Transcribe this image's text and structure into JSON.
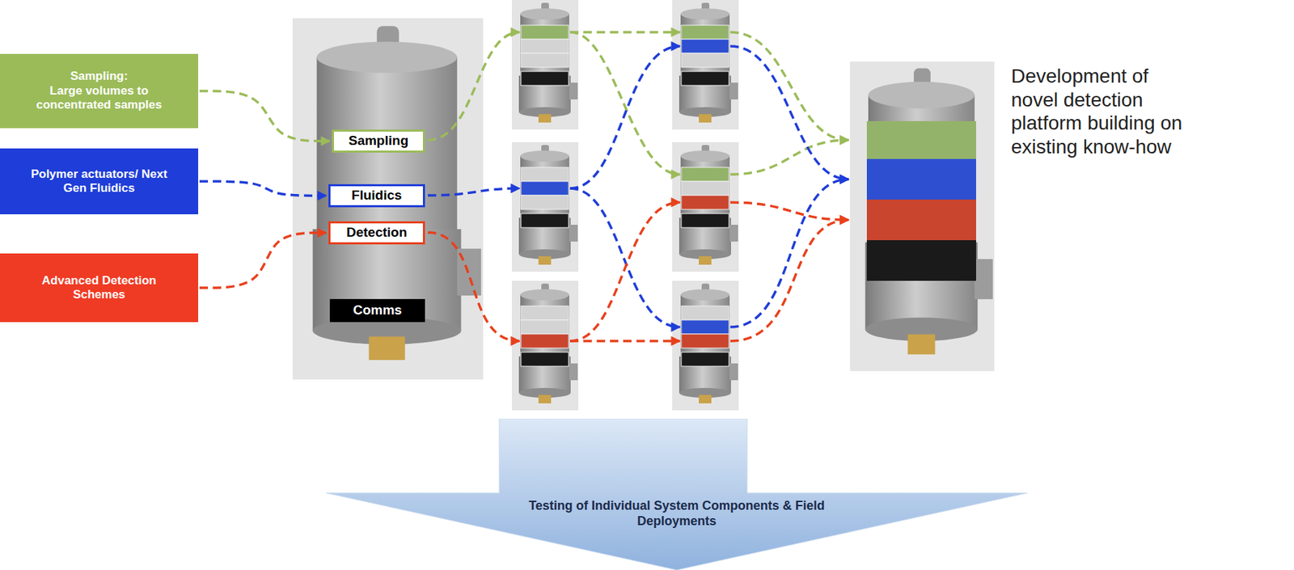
{
  "diagram": {
    "nodes": [
      {
        "text": [
          "Sampling:",
          "Large volumes to concentrated samples"
        ]
      },
      {
        "text": [
          "Polymer actuators/ Next Gen Fluidics"
        ]
      },
      {
        "text": [
          "Advanced Detection Schemes"
        ]
      },
      {
        "text": [
          "Sampling"
        ]
      },
      {
        "text": [
          "Fluidics"
        ]
      },
      {
        "text": [
          "Detection"
        ]
      },
      {
        "text": [
          "Comms"
        ]
      },
      {
        "text": [
          "Testing of Individual System Components & Field Deployments"
        ]
      }
    ],
    "edges": [
      {
        "from": 0,
        "to": 3,
        "arrow": "to"
      },
      {
        "from": 1,
        "to": 4,
        "arrow": "to"
      },
      {
        "from": 2,
        "to": 5,
        "arrow": "to"
      }
    ],
    "labels": [
      "Development of novel detection platform building on existing know-how"
    ]
  }
}
